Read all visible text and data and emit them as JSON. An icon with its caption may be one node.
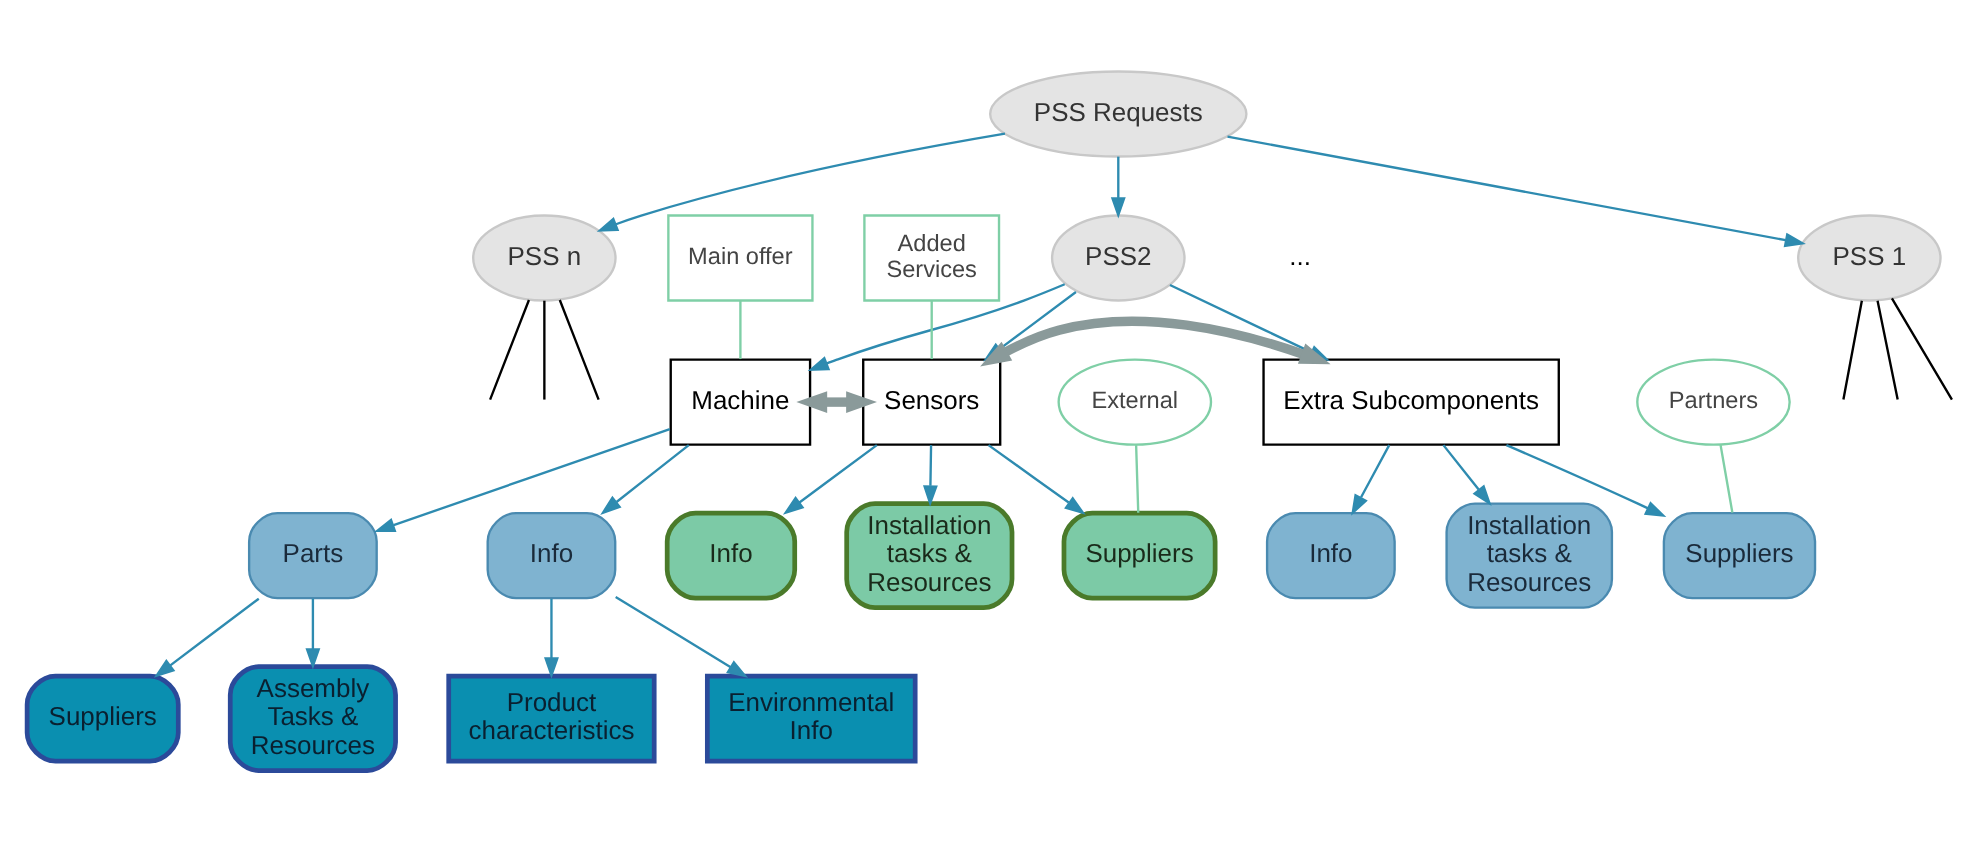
{
  "diagram": {
    "nodes": [
      {
        "text": [
          "PSS Requests"
        ]
      },
      {
        "text": [
          "PSS 1"
        ]
      },
      {
        "text": [
          "PSS2"
        ]
      },
      {
        "text": [
          "PSS n"
        ]
      },
      {
        "text": [
          "Main offer"
        ]
      },
      {
        "text": [
          "Added Services"
        ]
      },
      {
        "text": [
          "Machine"
        ]
      },
      {
        "text": [
          "Sensors"
        ]
      },
      {
        "text": [
          "Extra Subcomponents"
        ]
      },
      {
        "text": [
          "External"
        ]
      },
      {
        "text": [
          "Partners"
        ]
      },
      {
        "text": [
          "Parts"
        ]
      },
      {
        "text": [
          "Info"
        ]
      },
      {
        "text": [
          "Product characteristics"
        ]
      },
      {
        "text": [
          "Suppliers"
        ]
      },
      {
        "text": [
          "Assembly Tasks & Resources"
        ]
      },
      {
        "text": [
          "Environmental Info"
        ]
      },
      {
        "text": [
          "Suppliers"
        ]
      },
      {
        "text": [
          "Installation tasks & Resources"
        ]
      },
      {
        "text": [
          "Info"
        ]
      },
      {
        "text": [
          "Suppliers"
        ]
      },
      {
        "text": [
          "Info"
        ]
      },
      {
        "text": [
          "Installation tasks & Resources"
        ]
      }
    ],
    "edges": [
      {
        "from": 0,
        "to": 1,
        "arrow": "to"
      },
      {
        "from": 0,
        "to": 2,
        "arrow": "to"
      },
      {
        "from": 0,
        "to": 3,
        "arrow": "to"
      },
      {
        "from": 1,
        "to": null,
        "arrow": "none",
        "color": "#000000"
      },
      {
        "from": 1,
        "to": null,
        "arrow": "none",
        "color": "#000000"
      },
      {
        "from": 1,
        "to": null,
        "arrow": "none",
        "color": "#000000"
      },
      {
        "from": 3,
        "to": null,
        "arrow": "none",
        "color": "#000000"
      },
      {
        "from": 3,
        "to": null,
        "arrow": "none",
        "color": "#000000"
      },
      {
        "from": 3,
        "to": null,
        "arrow": "none",
        "color": "#000000"
      },
      {
        "from": 2,
        "to": 6,
        "arrow": "to"
      },
      {
        "from": 2,
        "to": 7,
        "arrow": "to"
      },
      {
        "from": 2,
        "to": 8,
        "arrow": "to"
      },
      {
        "from": 4,
        "to": 6,
        "arrow": "none",
        "color": "#7fcfa6"
      },
      {
        "from": 5,
        "to": 7,
        "arrow": "none",
        "color": "#7fcfa6"
      },
      {
        "from": 6,
        "to": 7,
        "arrow": "both",
        "style": "thick",
        "color": "#8a9a9a"
      },
      {
        "from": 7,
        "to": 8,
        "arrow": "both",
        "style": "thick",
        "color": "#8a9a9a"
      },
      {
        "from": 6,
        "to": 11,
        "arrow": "to"
      },
      {
        "from": 6,
        "to": 12,
        "arrow": "to"
      },
      {
        "from": 11,
        "to": 14,
        "arrow": "to"
      },
      {
        "from": 11,
        "to": 15,
        "arrow": "to"
      },
      {
        "from": 12,
        "to": 13,
        "arrow": "to"
      },
      {
        "from": 12,
        "to": 16,
        "arrow": "to"
      },
      {
        "from": 9,
        "to": 17,
        "arrow": "none",
        "color": "#7fcfa6"
      },
      {
        "from": 7,
        "to": 17,
        "arrow": "to"
      },
      {
        "from": 7,
        "to": 18,
        "arrow": "to"
      },
      {
        "from": 7,
        "to": 19,
        "arrow": "to"
      },
      {
        "from": 10,
        "to": 20,
        "arrow": "none",
        "color": "#7fcfa6"
      },
      {
        "from": 8,
        "to": 20,
        "arrow": "to"
      },
      {
        "from": 8,
        "to": 21,
        "arrow": "to"
      },
      {
        "from": 8,
        "to": 22,
        "arrow": "to"
      }
    ],
    "labels": [
      "..."
    ]
  }
}
